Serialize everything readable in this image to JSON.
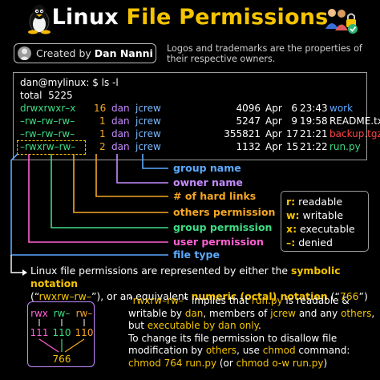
{
  "header": {
    "title_part1": "Linux",
    "title_part2": "File Permissions",
    "credit_prefix": "Created by",
    "credit_name": "Dan Nanni",
    "disclaimer": "Logos and trademarks are the properties of their respective owners."
  },
  "terminal": {
    "prompt": "dan@mylinux: $ ls -l",
    "total": "total  5225",
    "rows": [
      {
        "perm": "drwxrwxr–x",
        "links": "16",
        "owner": "dan",
        "group": "jcrew",
        "size": "4096",
        "month": "Apr",
        "day": "6",
        "time": "23:43",
        "name": "work",
        "name_color": "#5aa9ff"
      },
      {
        "perm": "–rw–rw–rw–",
        "links": "1",
        "owner": "dan",
        "group": "jcrew",
        "size": "5247",
        "month": "Apr",
        "day": "9",
        "time": "19:58",
        "name": "README.txt",
        "name_color": "#ffffff"
      },
      {
        "perm": "–rw–rw–rw–",
        "links": "1",
        "owner": "dan",
        "group": "jcrew",
        "size": "355821",
        "month": "Apr",
        "day": "17",
        "time": "21:21",
        "name": "backup.tgz",
        "name_color": "#ff4444"
      },
      {
        "perm": "–rwxrw–rw–",
        "links": "2",
        "owner": "dan",
        "group": "jcrew",
        "size": "1132",
        "month": "Apr",
        "day": "15",
        "time": "21:22",
        "name": "run.py",
        "name_color": "#3ddc84"
      }
    ]
  },
  "legend": {
    "group_name": "group name",
    "owner_name": "owner name",
    "hard_links": "# of  hard links",
    "others_permission": "others permission",
    "group_permission": "group permission",
    "user_permission": "user permission",
    "file_type": "file type"
  },
  "rwx_legend": [
    {
      "key": "r:",
      "value": "readable"
    },
    {
      "key": "w:",
      "value": "writable"
    },
    {
      "key": "x:",
      "value": "executable"
    },
    {
      "key": "–:",
      "value": "denied"
    }
  ],
  "explanation": {
    "p1_a": "Linux file permissions are represented by either the ",
    "p1_b": "symbolic notation",
    "p1_c": "(“",
    "p1_d": "rwxrw–rw–",
    "p1_e": "”), or an equivalent ",
    "p1_f": "numeric (octal) notation",
    "p1_g": " (“",
    "p1_h": "766",
    "p1_i": "”)",
    "p2_a": "“",
    "p2_b": "rwxrw–rw–",
    "p2_c": "” implies that ",
    "p2_d": "run.py",
    "p2_e": " is readable &",
    "p2_f": "writable by ",
    "p2_g": "dan",
    "p2_h": ", members of ",
    "p2_i": "jcrew",
    "p2_j": " and any ",
    "p2_k": "others",
    "p2_l": ",",
    "p2_m": "but ",
    "p2_n": "executable by dan only",
    "p2_o": ".",
    "p3_a": "To change its file permission to disallow file",
    "p3_b": "modification by ",
    "p3_c": "others",
    "p3_d": ", use ",
    "p3_e": "chmod",
    "p3_f": " command:",
    "p3_g": "chmod 764 run.py",
    "p3_h": "  (or ",
    "p3_i": "chmod o-w run.py",
    "p3_j": ")"
  },
  "octal": {
    "groups": [
      "rwx",
      "rw–",
      "rw–"
    ],
    "binary": [
      "111",
      "110",
      "110"
    ],
    "result": "766"
  },
  "colors": {
    "yellow": "#f5c400",
    "orange": "#f5a623",
    "pink": "#ff5fd2",
    "green": "#3ddc84",
    "blue": "#5aa9ff",
    "purple": "#c58bff",
    "red": "#ff4444"
  }
}
